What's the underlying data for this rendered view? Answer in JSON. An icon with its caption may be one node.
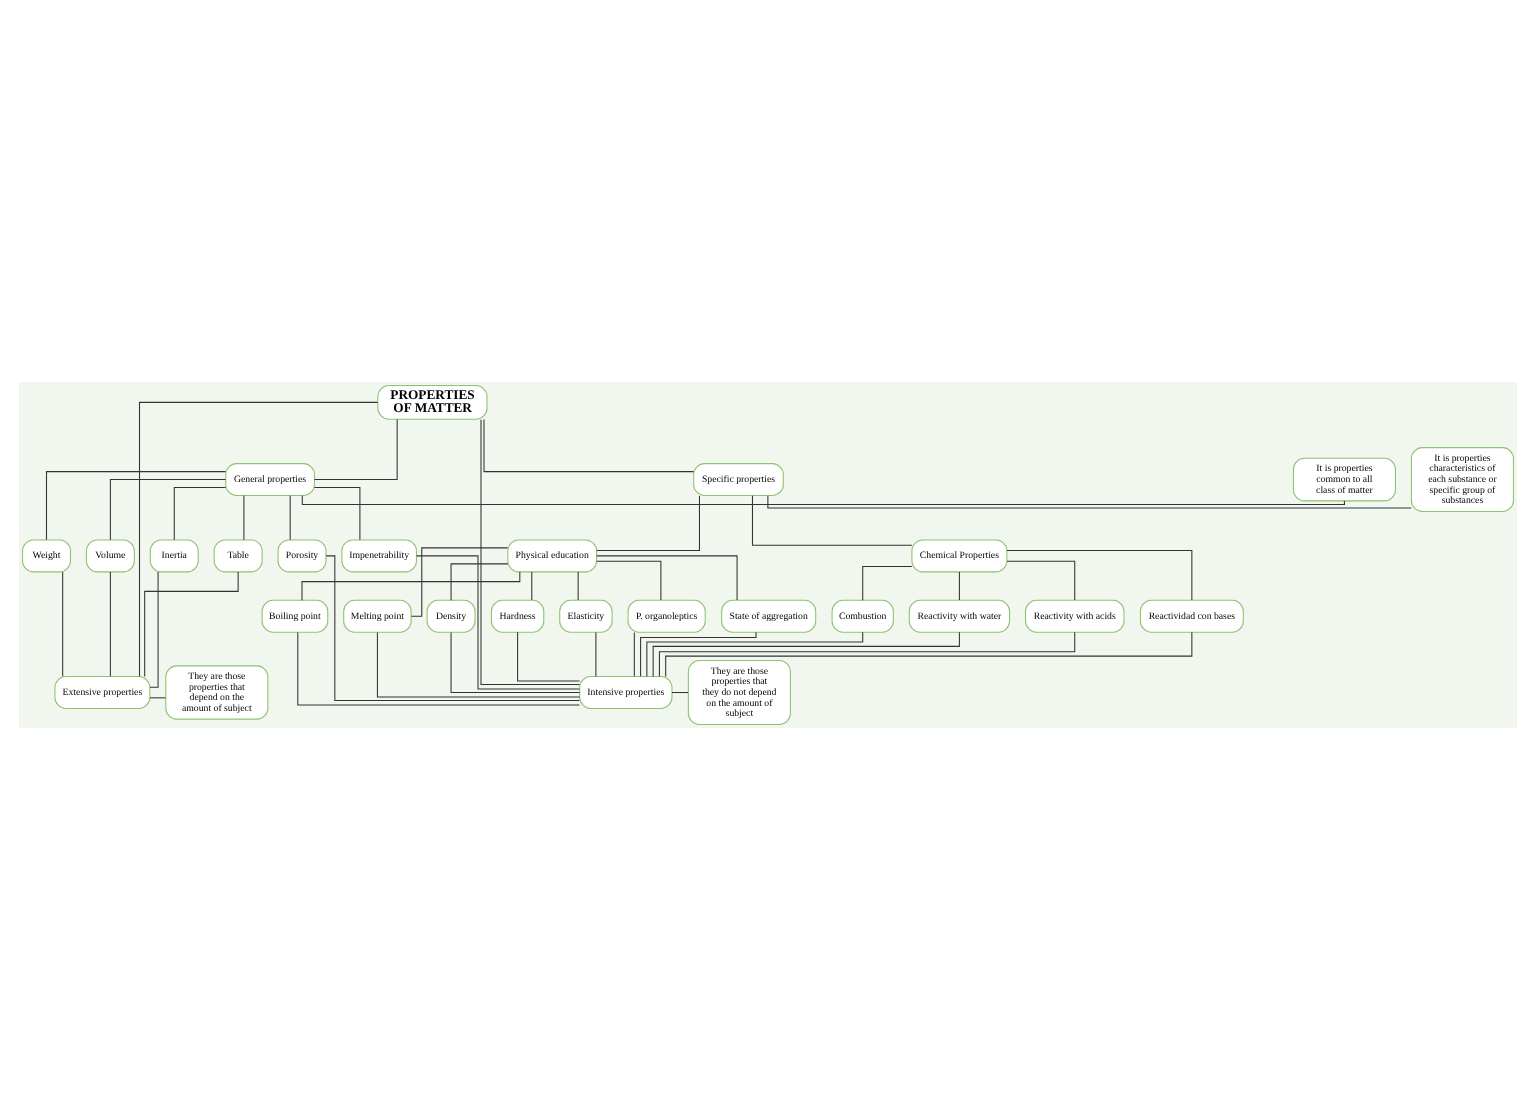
{
  "diagram": {
    "nodes": [
      {
        "text": [
          "PROPERTIES OF MATTER"
        ]
      },
      {
        "text": [
          "It is properties common to all class of matter"
        ]
      },
      {
        "text": [
          "General properties"
        ]
      },
      {
        "text": [
          "Specific properties"
        ]
      },
      {
        "text": [
          "It is properties characteristics of each substance or specific group of substances"
        ]
      },
      {
        "text": [
          "Physical education"
        ]
      },
      {
        "text": [
          "Chemical Properties"
        ]
      },
      {
        "text": [
          "Table"
        ]
      },
      {
        "text": [
          "Weight"
        ]
      },
      {
        "text": [
          "Volume"
        ]
      },
      {
        "text": [
          "Inertia"
        ]
      },
      {
        "text": [
          "Porosity"
        ]
      },
      {
        "text": [
          "Impenetrability"
        ]
      },
      {
        "text": [
          "P. organoleptics"
        ]
      },
      {
        "text": [
          "State of aggregation"
        ]
      },
      {
        "text": [
          "Boiling point"
        ]
      },
      {
        "text": [
          "Melting point"
        ]
      },
      {
        "text": [
          "Density"
        ]
      },
      {
        "text": [
          "Hardness"
        ]
      },
      {
        "text": [
          "Elasticity"
        ]
      },
      {
        "text": [
          "Combustion"
        ]
      },
      {
        "text": [
          "Reactivity with water"
        ]
      },
      {
        "text": [
          "Reactivity with acids"
        ]
      },
      {
        "text": [
          "Reactividad con bases"
        ]
      },
      {
        "text": [
          "They are those properties that depend on the amount of subject"
        ]
      },
      {
        "text": [
          "Extensive properties"
        ]
      },
      {
        "text": [
          "Intensive properties"
        ]
      },
      {
        "text": [
          "They are those properties that they do not depend on the amount of subject"
        ]
      }
    ],
    "edges": [
      {
        "from": 0,
        "to": 2,
        "arrow": "none"
      },
      {
        "from": 0,
        "to": 3,
        "arrow": "none"
      },
      {
        "from": 2,
        "to": 1,
        "arrow": "none"
      },
      {
        "from": 3,
        "to": 4,
        "arrow": "none"
      },
      {
        "from": 3,
        "to": 5,
        "arrow": "none"
      },
      {
        "from": 3,
        "to": 6,
        "arrow": "none"
      },
      {
        "from": 2,
        "to": 7,
        "arrow": "none"
      },
      {
        "from": 2,
        "to": 8,
        "arrow": "none"
      },
      {
        "from": 2,
        "to": 9,
        "arrow": "none"
      },
      {
        "from": 2,
        "to": 10,
        "arrow": "none"
      },
      {
        "from": 2,
        "to": 11,
        "arrow": "none"
      },
      {
        "from": 2,
        "to": 12,
        "arrow": "none"
      },
      {
        "from": 5,
        "to": 13,
        "arrow": "none"
      },
      {
        "from": 5,
        "to": 14,
        "arrow": "none"
      },
      {
        "from": 5,
        "to": 15,
        "arrow": "none"
      },
      {
        "from": 5,
        "to": 16,
        "arrow": "none"
      },
      {
        "from": 5,
        "to": 17,
        "arrow": "none"
      },
      {
        "from": 5,
        "to": 18,
        "arrow": "none"
      },
      {
        "from": 5,
        "to": 19,
        "arrow": "none"
      },
      {
        "from": 6,
        "to": 20,
        "arrow": "none"
      },
      {
        "from": 6,
        "to": 21,
        "arrow": "none"
      },
      {
        "from": 6,
        "to": 22,
        "arrow": "none"
      },
      {
        "from": 6,
        "to": 23,
        "arrow": "none"
      },
      {
        "from": 7,
        "to": 25,
        "arrow": "none"
      },
      {
        "from": 8,
        "to": 25,
        "arrow": "none"
      },
      {
        "from": 9,
        "to": 25,
        "arrow": "none"
      },
      {
        "from": 10,
        "to": 25,
        "arrow": "none"
      },
      {
        "from": 11,
        "to": 26,
        "arrow": "none"
      },
      {
        "from": 12,
        "to": 26,
        "arrow": "none"
      },
      {
        "from": 13,
        "to": 26,
        "arrow": "none"
      },
      {
        "from": 14,
        "to": 26,
        "arrow": "none"
      },
      {
        "from": 15,
        "to": 26,
        "arrow": "none"
      },
      {
        "from": 16,
        "to": 26,
        "arrow": "none"
      },
      {
        "from": 17,
        "to": 26,
        "arrow": "none"
      },
      {
        "from": 18,
        "to": 26,
        "arrow": "none"
      },
      {
        "from": 19,
        "to": 26,
        "arrow": "none"
      },
      {
        "from": 20,
        "to": 26,
        "arrow": "none"
      },
      {
        "from": 21,
        "to": 26,
        "arrow": "none"
      },
      {
        "from": 22,
        "to": 26,
        "arrow": "none"
      },
      {
        "from": 23,
        "to": 26,
        "arrow": "none"
      },
      {
        "from": 0,
        "to": 25,
        "arrow": "none"
      },
      {
        "from": 0,
        "to": 26,
        "arrow": "none"
      },
      {
        "from": 25,
        "to": 24,
        "arrow": "none"
      },
      {
        "from": 26,
        "to": 27,
        "arrow": "none"
      }
    ]
  }
}
